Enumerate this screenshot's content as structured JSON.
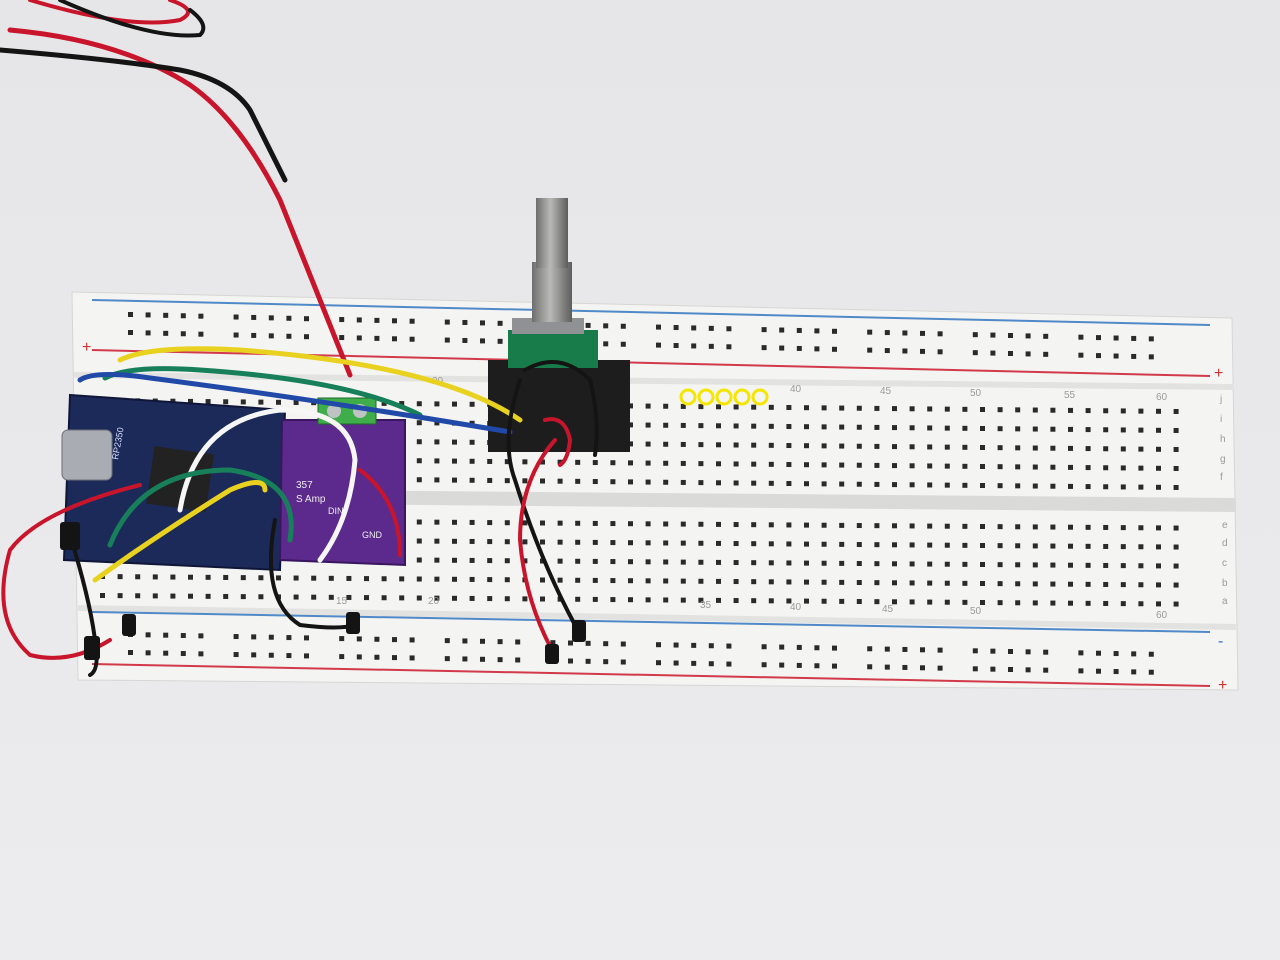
{
  "photo": {
    "background_color": "#e9e9eb",
    "board_color": "#f4f4f2",
    "rail_red": "#d23a4b",
    "rail_blue": "#4f89c7",
    "highlight_color": "#f5e600"
  },
  "breadboard": {
    "column_numbers_top": [
      "20",
      "40",
      "45",
      "50",
      "55",
      "60"
    ],
    "column_numbers_bottom": [
      "20",
      "15",
      "35",
      "40",
      "45",
      "50",
      "60"
    ],
    "row_letters_top": [
      "j",
      "i",
      "h",
      "g",
      "f"
    ],
    "row_letters_bottom": [
      "e",
      "d",
      "c",
      "b",
      "a"
    ],
    "rail_plus": "+",
    "rail_minus": "-"
  },
  "modules": {
    "mcu_marking": "RP2350",
    "amp_markings": [
      "357",
      "S Amp",
      "DIN",
      "GND"
    ],
    "encoder": "rotary-encoder"
  },
  "highlight": {
    "count": 5,
    "color": "#f5e600"
  },
  "wires": {
    "colors": {
      "red": "#c8152b",
      "black": "#141414",
      "yellow": "#e8d21f",
      "green": "#17805a",
      "blue": "#2049a8",
      "white": "#f6f6f6"
    }
  }
}
